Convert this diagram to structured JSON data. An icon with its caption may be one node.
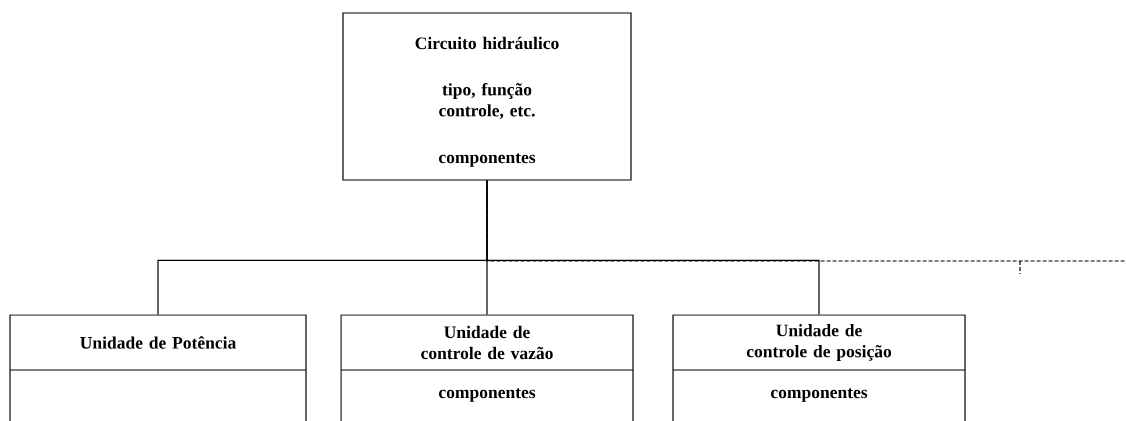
{
  "diagram": {
    "nodes": [
      {
        "text": [
          "Circuito hidráulico",
          "tipo, função controle, etc.",
          "componentes"
        ]
      },
      {
        "text": [
          "Unidade de Potência"
        ]
      },
      {
        "text": [
          "Unidade de controle de vazão",
          "componentes"
        ]
      },
      {
        "text": [
          "Unidade de controle de posição",
          "componentes"
        ]
      }
    ],
    "edges": [
      {
        "from": 0,
        "to": 1,
        "arrow": "none"
      },
      {
        "from": 0,
        "to": 2,
        "arrow": "none"
      },
      {
        "from": 0,
        "to": 3,
        "arrow": "none"
      },
      {
        "from": 0,
        "to": null,
        "arrow": "none",
        "style": "dashed"
      }
    ]
  }
}
